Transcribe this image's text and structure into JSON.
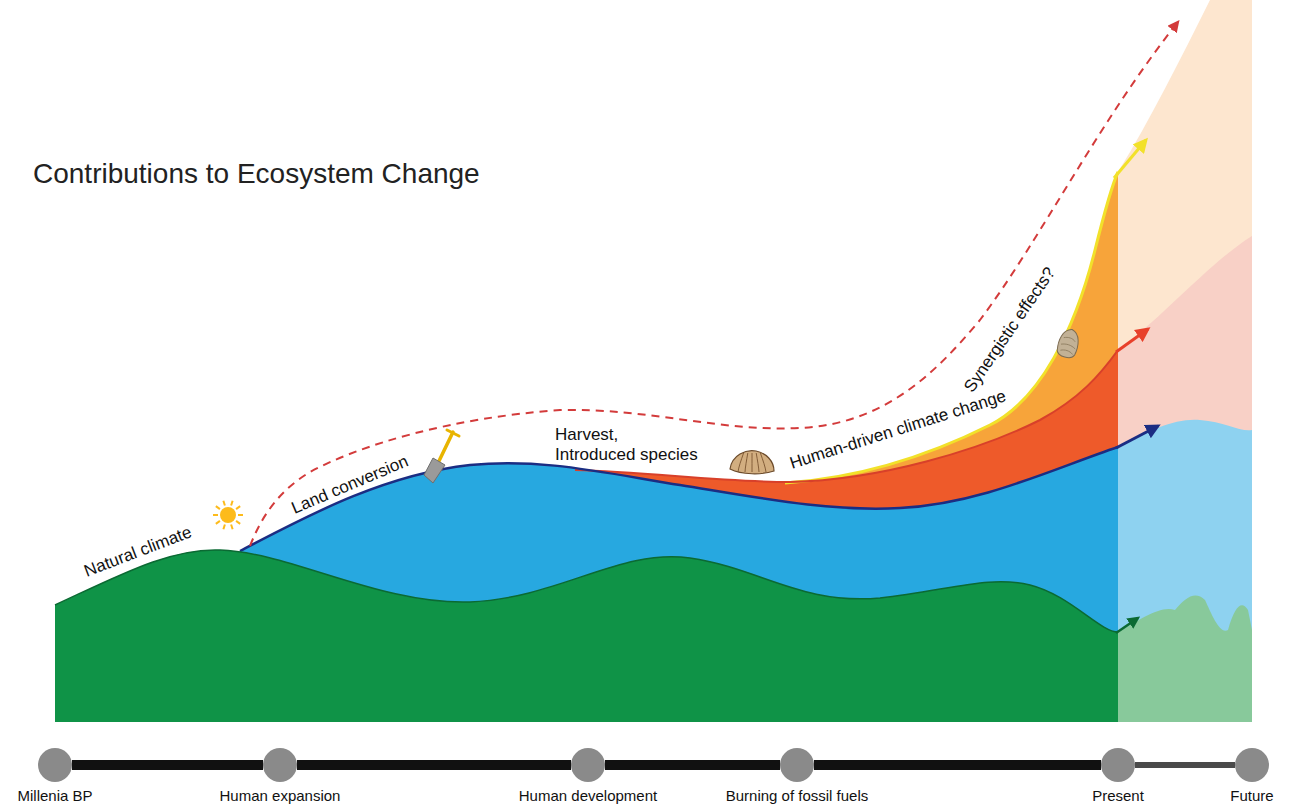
{
  "diagram": {
    "title": "Contributions to Ecosystem Change",
    "nodes": [
      {
        "text": [
          "Millenia BP"
        ]
      },
      {
        "text": [
          "Human expansion"
        ]
      },
      {
        "text": [
          "Human development"
        ]
      },
      {
        "text": [
          "Burning of fossil fuels"
        ]
      },
      {
        "text": [
          "Present"
        ]
      },
      {
        "text": [
          "Future"
        ]
      }
    ],
    "edges": [
      {
        "from": 0,
        "to": 1,
        "arrow": "none"
      },
      {
        "from": 1,
        "to": 2,
        "arrow": "none"
      },
      {
        "from": 2,
        "to": 3,
        "arrow": "none"
      },
      {
        "from": 3,
        "to": 4,
        "arrow": "none"
      },
      {
        "from": 4,
        "to": 5,
        "arrow": "none"
      }
    ],
    "labels": [
      "Natural climate",
      "Land conversion",
      "Harvest, Introduced species",
      "Human-driven climate change",
      "Synergistic effects?"
    ]
  }
}
